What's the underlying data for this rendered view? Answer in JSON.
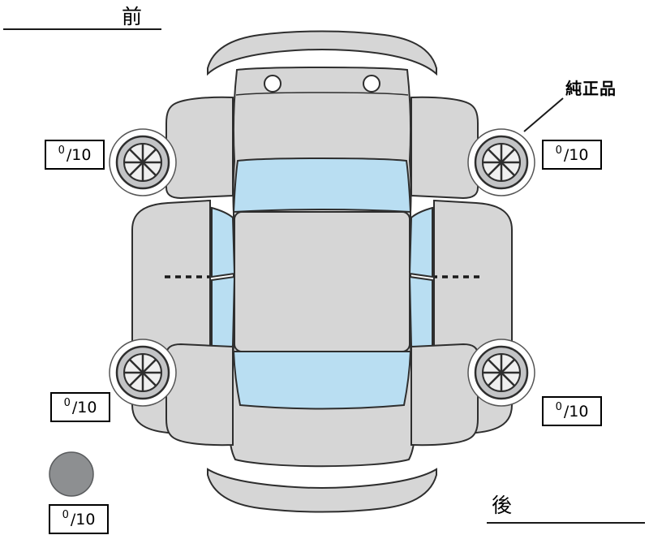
{
  "labels": {
    "front": "前",
    "rear": "後",
    "genuine_parts": "純正品"
  },
  "tire_scores": {
    "front_left": {
      "value": "0",
      "max": "/10"
    },
    "front_right": {
      "value": "0",
      "max": "/10"
    },
    "rear_left": {
      "value": "0",
      "max": "/10"
    },
    "rear_right": {
      "value": "0",
      "max": "/10"
    },
    "spare": {
      "value": "0",
      "max": "/10"
    }
  },
  "colors": {
    "background": "#ffffff",
    "body_fill": "#d6d6d6",
    "glass_fill": "#b9def2",
    "outline": "#2e2e2e",
    "wheel_outer_fill": "#c3c4c6",
    "wheel_inner_fill": "#efefef",
    "spare_circle_fill": "#8d8f91"
  }
}
